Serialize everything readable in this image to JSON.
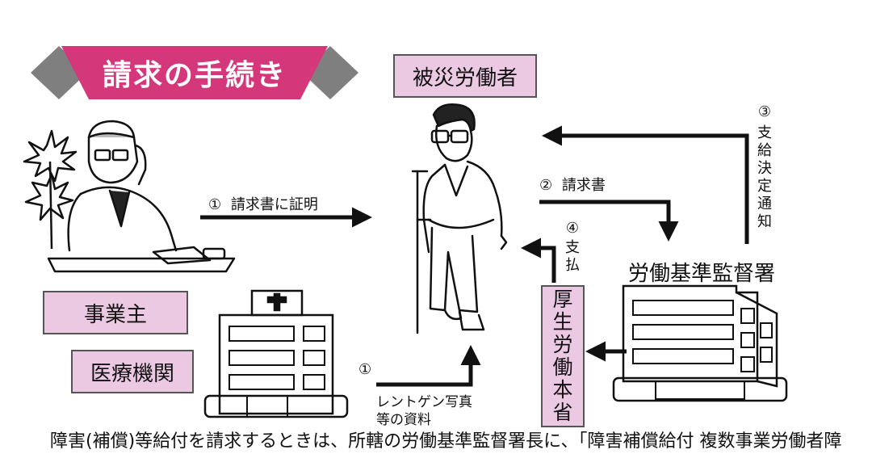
{
  "colors": {
    "banner_fill": "#d4387a",
    "banner_diamond": "#7f7f7f",
    "box_fill": "#ecc9e3",
    "arrow": "#111111"
  },
  "banner": {
    "title": "請求の手続き"
  },
  "boxes": {
    "victim": "被災労働者",
    "employer": "事業主",
    "medical": "医療機関",
    "ministry_chars": [
      "厚",
      "生",
      "労",
      "働",
      "本",
      "省"
    ]
  },
  "office": {
    "label": "労働基準監督署"
  },
  "arrows": {
    "step1_employer": {
      "num": "①",
      "text": "請求書に証明"
    },
    "step2": {
      "num": "②",
      "text": "請求書"
    },
    "step3": {
      "num": "③",
      "chars": [
        "支",
        "給",
        "決",
        "定",
        "通",
        "知"
      ]
    },
    "step4": {
      "num": "④",
      "chars": [
        "支",
        "払"
      ]
    },
    "step1_medical": {
      "num": "①",
      "line1": "レントゲン写真",
      "line2": "等の資料"
    }
  },
  "footer": {
    "text": "障害(補償)等給付を請求するときは、所轄の労働基準監督署長に、「障害補償給付 複数事業労働者障"
  },
  "icons": [
    "worker-with-crutch-icon",
    "employer-on-phone-icon",
    "palm-plant-icon",
    "hospital-building-icon",
    "labor-office-building-icon"
  ]
}
